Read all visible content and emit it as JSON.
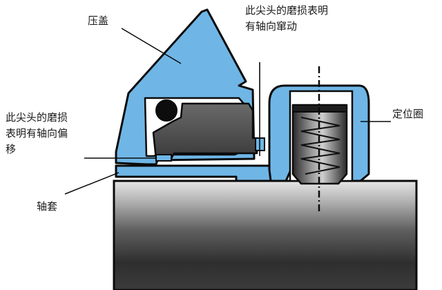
{
  "labels": {
    "gland": "压盖",
    "tip_axial": [
      "此尖头的磨损表明",
      "有轴向窜动"
    ],
    "tip_offset": [
      "此尖头的磨损",
      "表明有轴向偏",
      "移"
    ],
    "locating_ring": "定位圈",
    "sleeve": "轴套"
  },
  "colors": {
    "outline": "#0a0a0a",
    "metal_blue": "#6fb6e6",
    "seal_ring": "#4a4a4a",
    "oring": "#0d0d0d",
    "shaft_light": "#dcdcdc",
    "shaft_dark": "#2b2b2b"
  }
}
